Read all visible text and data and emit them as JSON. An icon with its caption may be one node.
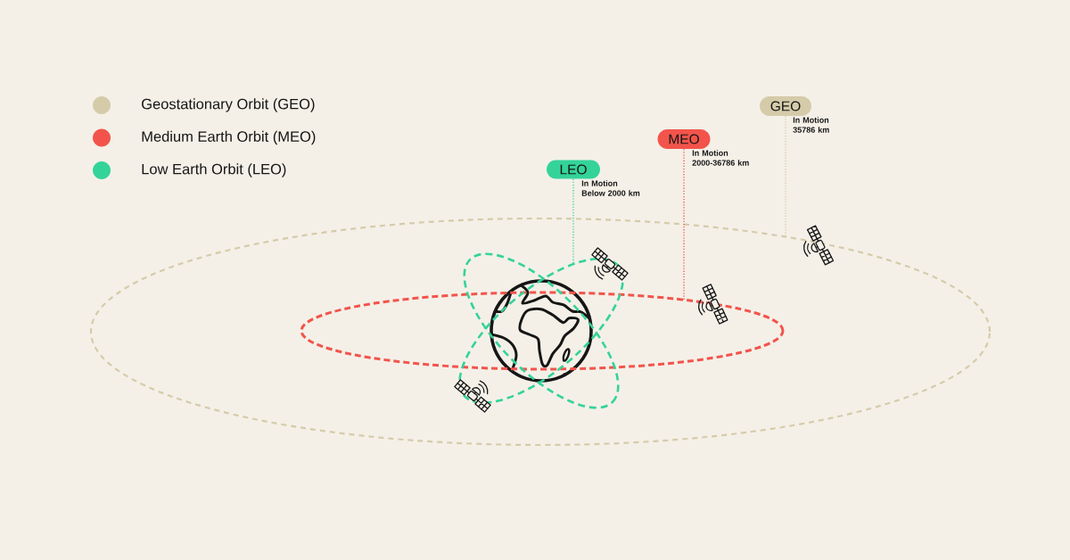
{
  "diagram": {
    "nodes": [
      {
        "text": [
          "GEO"
        ],
        "beside": [
          "In Motion 35786 km"
        ]
      },
      {
        "text": [
          "MEO"
        ],
        "beside": [
          "In Motion 2000-36786 km"
        ]
      },
      {
        "text": [
          "LEO"
        ],
        "beside": [
          "In Motion Below 2000 km"
        ]
      },
      {
        "text": [],
        "shape": "ellipse"
      },
      {
        "text": [],
        "shape": "ellipse",
        "in": 3
      },
      {
        "text": [],
        "shape": "ellipse",
        "in": 3
      },
      {
        "text": [],
        "shape": "ellipse",
        "in": 3
      }
    ],
    "edges": [
      {
        "from": 0,
        "to": 3,
        "arrow": "none",
        "color": "#d5cba9"
      },
      {
        "from": 1,
        "to": 4,
        "arrow": "none",
        "color": "#f2544b"
      },
      {
        "from": 2,
        "to": 5,
        "arrow": "none",
        "color": "#34d399"
      }
    ],
    "legend": [
      {
        "text": "Geostationary Orbit (GEO)",
        "color": "#d5cba9"
      },
      {
        "text": "Medium Earth Orbit (MEO)",
        "color": "#f2544b"
      },
      {
        "text": "Low Earth Orbit (LEO)",
        "color": "#34d399"
      }
    ]
  }
}
